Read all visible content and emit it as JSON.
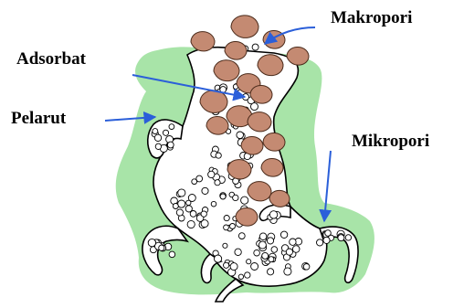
{
  "labels": {
    "makropori": "Makropori",
    "adsorbat": "Adsorbat",
    "pelarut": "Pelarut",
    "mikropori": "Mikropori"
  },
  "colors": {
    "solid": "#a8e4a8",
    "adsorbate": "#c48a72",
    "adsorbate_edge": "#4a2a1a",
    "solvent": "#ffffff",
    "channel_edge": "#000000",
    "arrow": "#2b5fd9"
  },
  "icons": {
    "adsorbate_particle": "brown-blob",
    "solvent_molecule": "white-circle"
  }
}
